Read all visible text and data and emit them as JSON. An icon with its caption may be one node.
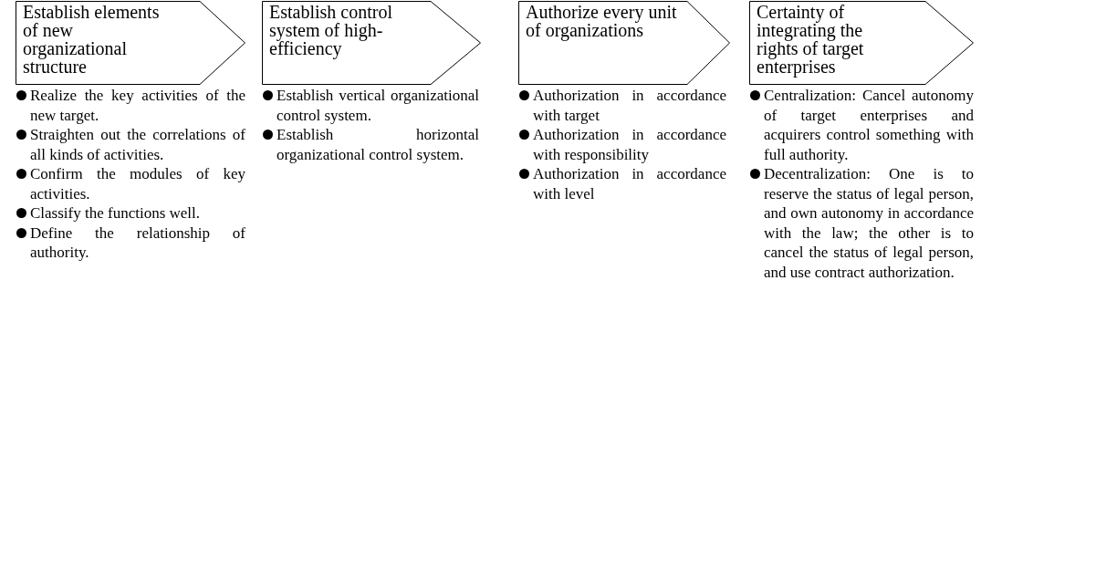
{
  "diagram": {
    "nodes": [
      {
        "text": [
          "Establish elements of new organizational structure"
        ],
        "beside": [
          "Realize the key activities of the new target.",
          "Straighten out the correlations of all kinds of activities.",
          "Confirm the modules of key activities.",
          "Classify the functions well.",
          "Define the relationship of authority."
        ]
      },
      {
        "text": [
          "Establish control system of high-efficiency"
        ],
        "beside": [
          "Establish vertical organizational control system.",
          "Establish horizontal organizational control system."
        ]
      },
      {
        "text": [
          "Authorize every unit of organizations"
        ],
        "beside": [
          "Authorization in accordance with target",
          "Authorization in accordance with responsibility",
          "Authorization in accordance with level"
        ]
      },
      {
        "text": [
          "Certainty of integrating the rights of target enterprises"
        ],
        "beside": [
          "Centralization: Cancel autonomy of target enterprises and acquirers control something with full authority.",
          "Decentralization: One is to reserve the status of legal person, and own autonomy in accordance with the law; the other is to cancel the status of legal person, and use contract authorization."
        ]
      }
    ]
  }
}
